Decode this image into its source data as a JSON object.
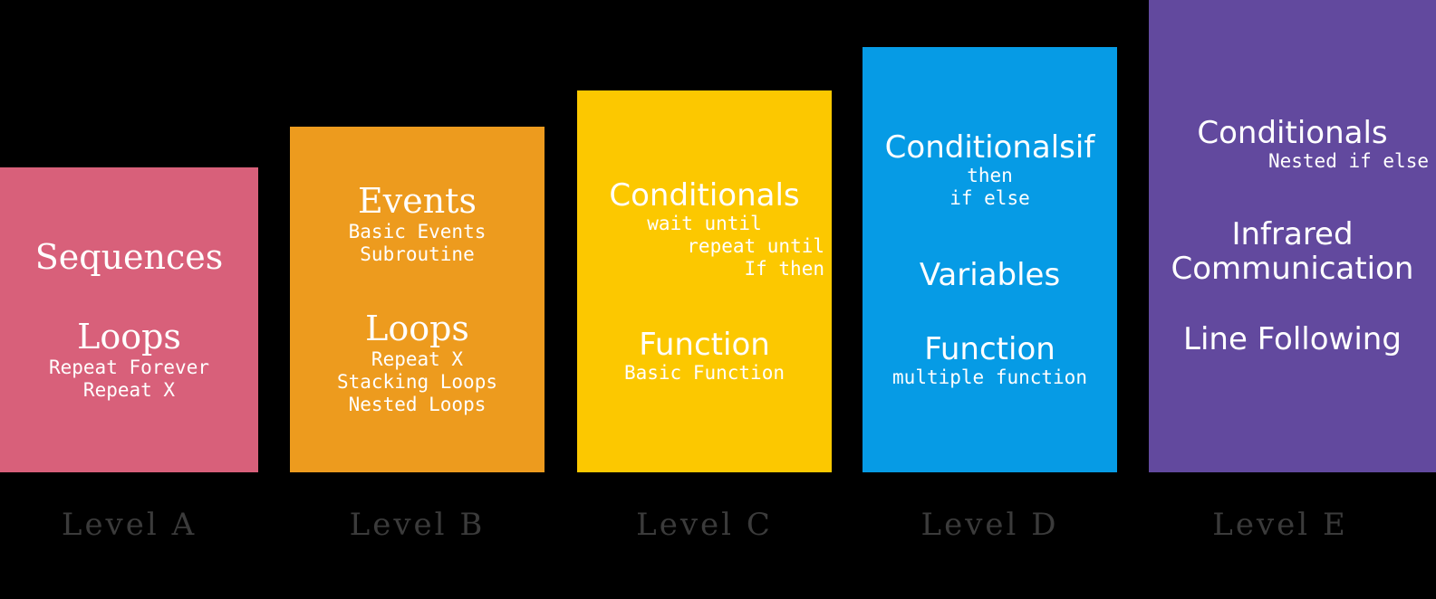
{
  "chart_data": {
    "type": "bar",
    "title": "",
    "xlabel": "",
    "ylabel": "",
    "grid": false,
    "legend": "none",
    "categories": [
      "Level A",
      "Level B",
      "Level C",
      "Level D",
      "Level E"
    ],
    "values": [
      337,
      382,
      422,
      470,
      522
    ],
    "value_unit": "px bar height",
    "colors": [
      "#D8607A",
      "#ED9B1E",
      "#FCC800",
      "#069BE5",
      "#62499E"
    ],
    "background": "#000000",
    "label_color": "#3b3b3b",
    "text_color": "#ffffff",
    "series": [
      {
        "name": "Level A",
        "color": "#D8607A",
        "value": 337,
        "groups": [
          {
            "heading": "Sequences",
            "items": []
          },
          {
            "heading": "Loops",
            "items": [
              "Repeat Forever",
              "Repeat X"
            ]
          }
        ]
      },
      {
        "name": "Level B",
        "color": "#ED9B1E",
        "value": 382,
        "groups": [
          {
            "heading": "Events",
            "items": [
              "Basic Events",
              "Subroutine"
            ]
          },
          {
            "heading": "Loops",
            "items": [
              "Repeat X",
              "Stacking Loops",
              "Nested Loops"
            ]
          }
        ]
      },
      {
        "name": "Level C",
        "color": "#FCC800",
        "value": 422,
        "groups": [
          {
            "heading": "Conditionals",
            "items": [
              "wait until",
              "repeat until",
              "If then"
            ]
          },
          {
            "heading": "Function",
            "items": [
              "Basic Function"
            ]
          }
        ]
      },
      {
        "name": "Level D",
        "color": "#069BE5",
        "value": 470,
        "groups": [
          {
            "heading": "Conditionalsif",
            "items": [
              "then",
              "if else"
            ]
          },
          {
            "heading": "Variables",
            "items": []
          },
          {
            "heading": "Function",
            "items": [
              "multiple function"
            ]
          }
        ]
      },
      {
        "name": "Level E",
        "color": "#62499E",
        "value": 522,
        "groups": [
          {
            "heading": "Conditionals",
            "items": [
              "Nested if else"
            ]
          },
          {
            "heading": "Infrared Communication",
            "items": []
          },
          {
            "heading": "Line Following",
            "items": []
          }
        ]
      }
    ]
  },
  "levels": {
    "a": {
      "label": "Level A",
      "g1_heading": "Sequences",
      "g2_heading": "Loops",
      "g2_item1": "Repeat Forever",
      "g2_item2": "Repeat X"
    },
    "b": {
      "label": "Level B",
      "g1_heading": "Events",
      "g1_item1": "Basic Events",
      "g1_item2": "Subroutine",
      "g2_heading": "Loops",
      "g2_item1": "Repeat X",
      "g2_item2": "Stacking Loops",
      "g2_item3": "Nested Loops"
    },
    "c": {
      "label": "Level C",
      "g1_heading": "Conditionals",
      "g1_item1": "wait until",
      "g1_item2": "repeat until",
      "g1_item3": "If then",
      "g2_heading": "Function",
      "g2_item1": "Basic Function"
    },
    "d": {
      "label": "Level D",
      "g1_heading": "Conditionalsif",
      "g1_item1": "then",
      "g1_item2": "if else",
      "g2_heading": "Variables",
      "g3_heading": "Function",
      "g3_item1": "multiple function"
    },
    "e": {
      "label": "Level E",
      "g1_heading": "Conditionals",
      "g1_item1": "Nested if else",
      "g2_heading_line1": "Infrared",
      "g2_heading_line2": "Communication",
      "g3_heading": "Line Following"
    }
  }
}
